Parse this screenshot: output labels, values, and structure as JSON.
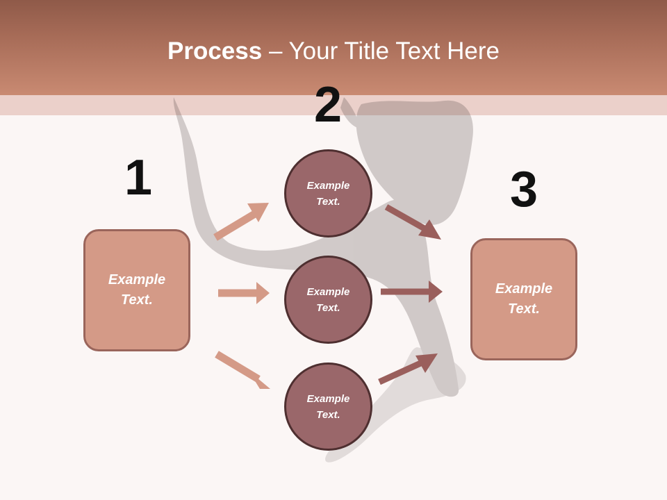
{
  "title": {
    "bold": "Process",
    "rest": " – Your Title Text Here"
  },
  "steps": {
    "step1": {
      "number": "1",
      "text": "Example Text."
    },
    "step2": {
      "number": "2",
      "items": [
        "Example Text.",
        "Example Text.",
        "Example Text."
      ]
    },
    "step3": {
      "number": "3",
      "text": "Example Text."
    }
  },
  "colors": {
    "header": "#a56a56",
    "box_fill": "#d49a87",
    "box_border": "#9a655b",
    "circle_fill": "#9a676a",
    "circle_border": "#4e2f30",
    "arrow_light": "#d49a87",
    "arrow_dark": "#9a5f5c"
  }
}
